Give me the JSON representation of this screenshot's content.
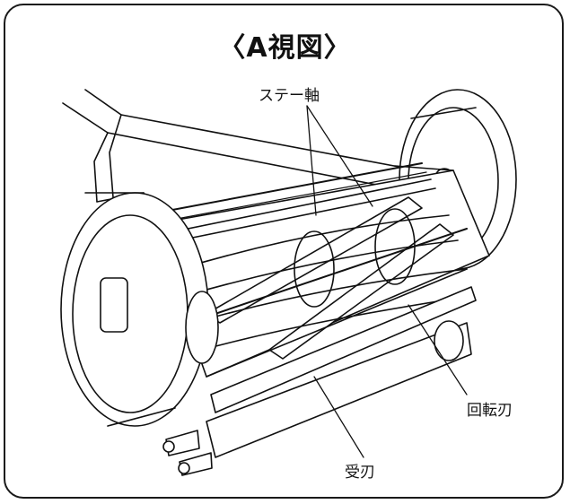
{
  "title": "〈A視図〉",
  "labels": {
    "stay_shaft": "ステー軸",
    "rotary_blade": "回転刃",
    "bed_knife": "受刃"
  }
}
